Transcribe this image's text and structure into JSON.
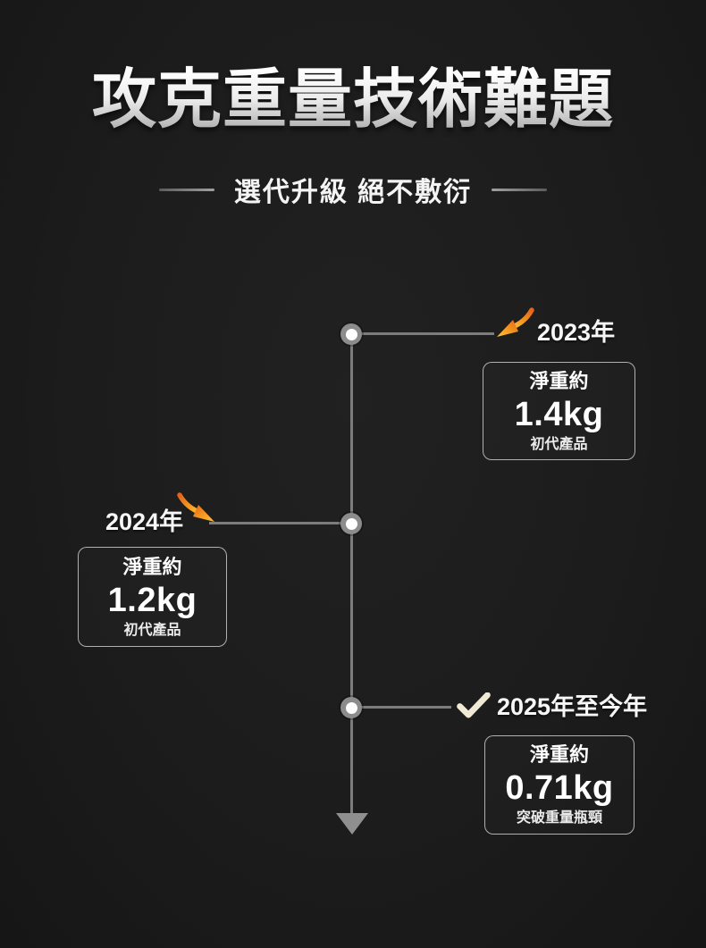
{
  "header": {
    "title": "攻克重量技術難題",
    "subtitle": "選代升級 絕不敷衍"
  },
  "timeline": {
    "orientation": "vertical",
    "nodes": [
      {
        "year_label": "2023年",
        "side": "right",
        "marker_icon": "curved-arrow-icon",
        "card": {
          "label": "淨重約",
          "value": "1.4kg",
          "note": "初代產品"
        }
      },
      {
        "year_label": "2024年",
        "side": "left",
        "marker_icon": "curved-arrow-icon",
        "card": {
          "label": "淨重約",
          "value": "1.2kg",
          "note": "初代產品"
        }
      },
      {
        "year_label": "2025年至今年",
        "side": "right",
        "marker_icon": "checkmark-icon",
        "card": {
          "label": "淨重約",
          "value": "0.71kg",
          "note": "突破重量瓶頸"
        }
      }
    ]
  },
  "colors": {
    "background": "#1c1c1c",
    "line_gray": "#7c7c7c",
    "accent_orange": "#f59a23",
    "accent_orange_deep": "#e2641a",
    "accent_orange_light": "#ffc53d",
    "check_cream": "#f0e9d3",
    "text_white": "#f5f5f5",
    "card_border": "rgba(255,255,255,0.65)"
  }
}
